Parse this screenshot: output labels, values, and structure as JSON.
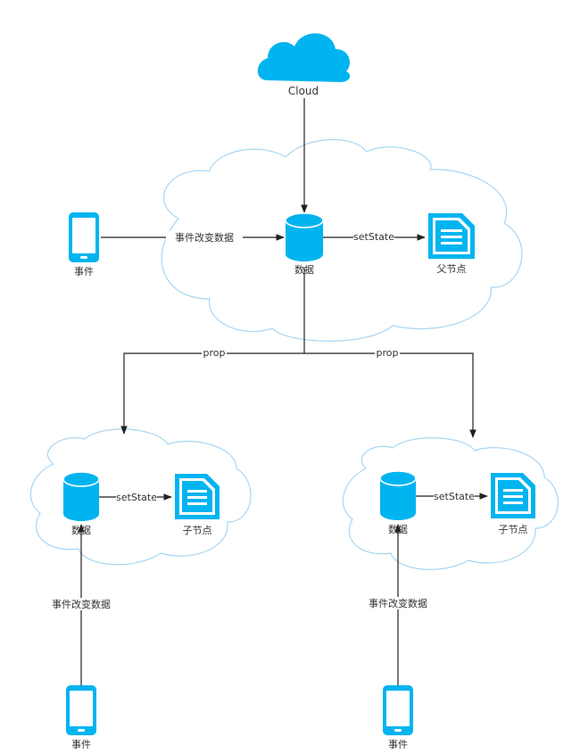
{
  "diagram": {
    "cloud_label": "Cloud",
    "parent": {
      "event_label": "事件",
      "edge_event_label": "事件改变数据",
      "data_label": "数据",
      "edge_setstate_label": "setState",
      "node_label": "父节点"
    },
    "prop_labels": [
      "prop",
      "prop"
    ],
    "children": [
      {
        "data_label": "数据",
        "edge_setstate_label": "setState",
        "node_label": "子节点",
        "edge_event_label": "事件改变数据",
        "event_label": "事件"
      },
      {
        "data_label": "数据",
        "edge_setstate_label": "setState",
        "node_label": "子节点",
        "edge_event_label": "事件改变数据",
        "event_label": "事件"
      }
    ]
  },
  "colors": {
    "accent": "#00b4f0",
    "cloud_outline": "#a9d6f3",
    "edge": "#222222"
  }
}
